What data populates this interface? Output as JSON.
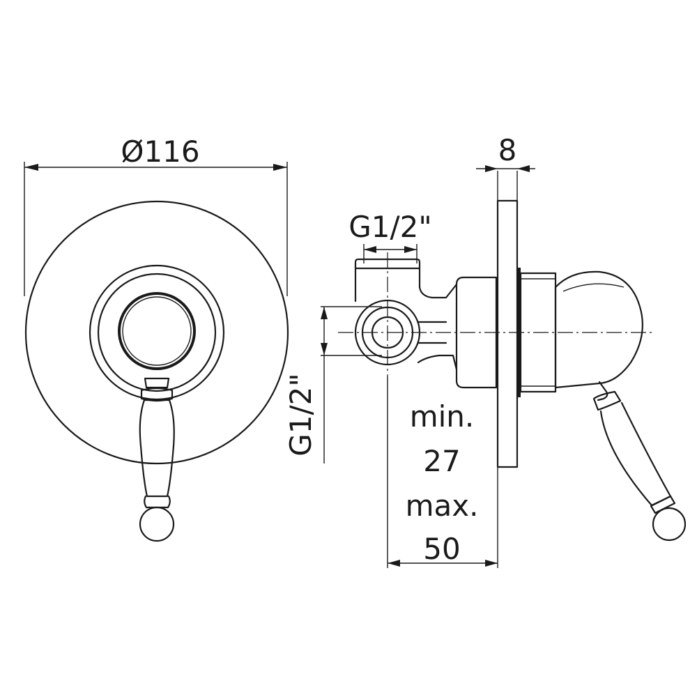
{
  "dimensions": {
    "diameter": "Ø116",
    "plate_thickness": "8",
    "thread_top": "G1/2\"",
    "thread_side": "G1/2\"",
    "depth_min_label": "min.",
    "depth_min_value": "27",
    "depth_max_label": "max.",
    "depth_max_value": "50"
  },
  "colors": {
    "line": "#1a1a1a",
    "background": "#ffffff"
  }
}
